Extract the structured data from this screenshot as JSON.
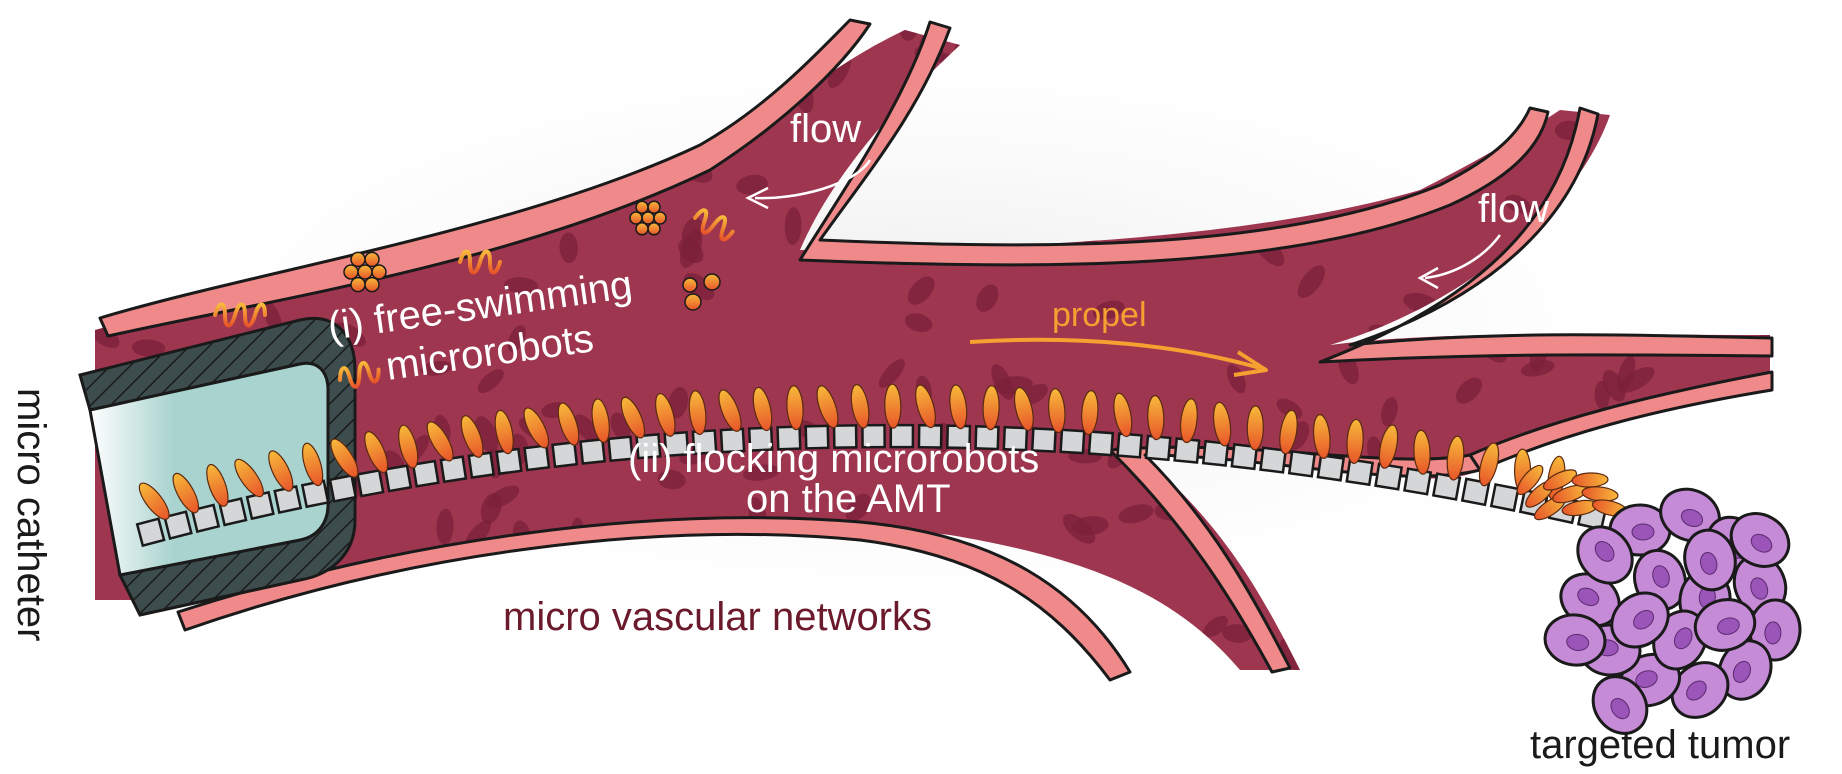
{
  "labels": {
    "flow_top": "flow",
    "flow_right": "flow",
    "propel": "propel",
    "free_swimming_line1": "(i) free-swimming",
    "free_swimming_line2": "microrobots",
    "flocking_line1": "(ii) flocking microrobots",
    "flocking_line2": "on the AMT",
    "network": "micro vascular networks",
    "catheter": "micro catheter",
    "tumor": "targeted tumor"
  },
  "colors": {
    "vessel_wall": "#f08a8a",
    "blood": "#9e3650",
    "blood_cell": "#7a2038",
    "catheter_outer": "#3d4d4d",
    "catheter_lumen": "#a9d3cf",
    "amt_segment": "#d4d6d8",
    "microrobot": "#f5a030",
    "tumor_cell": "#c58bd6",
    "tumor_nucleus": "#9b55b8",
    "propel_arrow": "#f5a030"
  },
  "icons": {
    "flow_arrow": "curved-arrow-icon",
    "propel_arrow": "curved-arrow-icon",
    "helical_robot": "helix-icon",
    "cluster_robot": "sphere-cluster-icon"
  }
}
